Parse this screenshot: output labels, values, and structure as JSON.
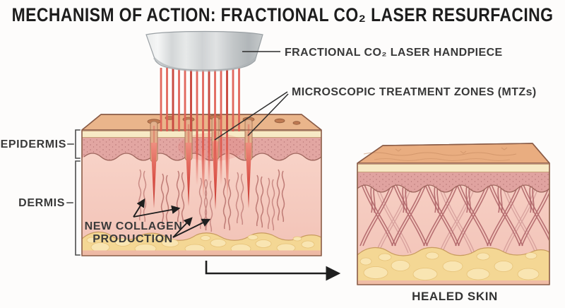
{
  "title": "MECHANISM OF ACTION: FRACTIONAL CO₂ LASER RESURFACING",
  "labels": {
    "handpiece": "FRACTIONAL CO₂ LASER HANDPIECE",
    "mtz": "MICROSCOPIC TREATMENT ZONES (MTZs)",
    "epidermis": "EPIDERMIS",
    "dermis": "DERMIS",
    "new_collagen_line1": "NEW COLLAGEN",
    "new_collagen_line2": "PRODUCTION",
    "healed_skin": "HEALED SKIN"
  },
  "colors": {
    "laser_red": "#de5c51",
    "handpiece_gray": "#d3d6d7",
    "skin_surface_tan": "#eab58b",
    "epidermis_mauve": "#e2a6a2",
    "dermis_pink": "#f5cbc0",
    "fat_yellow": "#f4d794",
    "collagen_rose": "#ad6065",
    "outline_brown": "#8a5c47",
    "text_dark": "#2d2d2d",
    "background": "#fdfcfb"
  }
}
